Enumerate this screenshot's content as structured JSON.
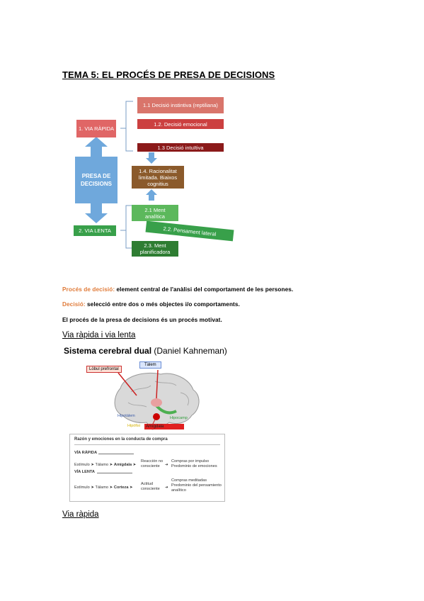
{
  "title": "TEMA 5: EL PROCÉS DE PRESA DE DECISIONS",
  "diagram": {
    "via_rapida": "1. VIA RÀPIDA",
    "presa": "PRESA DE DECISIONS",
    "via_lenta": "2. VIA LENTA",
    "d11": "1.1 Decisió instintiva (reptiliana)",
    "d12": "1.2. Decisió emocional",
    "d13": "1.3 Decisió intuïtiva",
    "d14": "1.4. Racionalitat limitada. Biaixos cognitius",
    "d21": "2.1 Ment analítica",
    "d22": "2.2. Pensament lateral",
    "d23": "2.3. Ment planificadora",
    "colors": {
      "rapida": "#e06666",
      "presa": "#6fa8dc",
      "lenta": "#38a04a",
      "dark_red": "#8b1a1a",
      "brown": "#8b5a2b"
    }
  },
  "paragraphs": {
    "p1_key": "Procés de decisió:",
    "p1_text": " element central de l'anàlisi del comportament de les persones.",
    "p2_key": "Decisió:",
    "p2_text": " selecció entre dos o més objectes i/o comportaments.",
    "p3": "El procés de la presa de decisions és un procés motivat."
  },
  "subheading1": "Via ràpida i via lenta",
  "figure": {
    "title_bold": "Sistema cerebral dual",
    "title_rest": " (Daniel Kahneman)",
    "labels": {
      "lobul": "Lòbul prefrontal",
      "talem": "Tàlem",
      "hipotalem": "Hipotàlem",
      "hipocamp": "Hipocamp",
      "hipofisi": "Hipòfisi",
      "amigdala": "Amígdala"
    },
    "table": {
      "header": "Razón y emociones en la conducta de compra",
      "via_rapida": "VÍA RÁPIDA",
      "via_lenta": "VÍA LENTA",
      "r1_a": "Estímulo",
      "r1_b": "Tálamo",
      "r1_c": "Amígdala",
      "r1_d": "Reacción no consciente",
      "r1_e": "Compras por impulso Predominio de emociones",
      "r2_a": "Estímulo",
      "r2_b": "Tálamo",
      "r2_c": "Corteza",
      "r2_d": "Actitud consciente",
      "r2_e": "Compras meditadas Predominio del pensamiento analítico"
    }
  },
  "subheading2": "Via ràpida"
}
